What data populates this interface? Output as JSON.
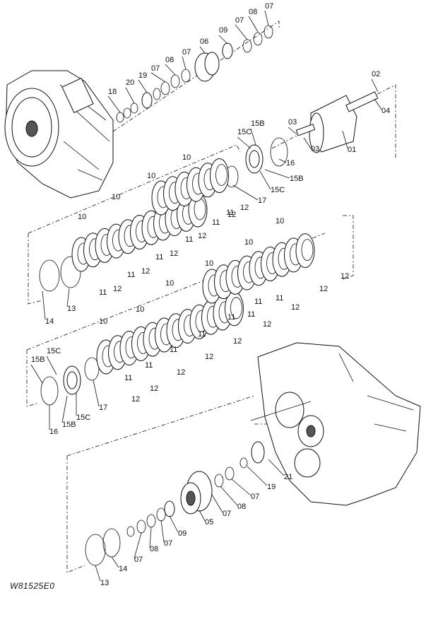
{
  "figure_code": "W81525E0",
  "labels": [
    {
      "id": "07a",
      "text": "07"
    },
    {
      "id": "08a",
      "text": "08"
    },
    {
      "id": "09a",
      "text": "09"
    },
    {
      "id": "07b",
      "text": "07"
    },
    {
      "id": "06",
      "text": "06"
    },
    {
      "id": "07c",
      "text": "07"
    },
    {
      "id": "08b",
      "text": "08"
    },
    {
      "id": "07d",
      "text": "07"
    },
    {
      "id": "19a",
      "text": "19"
    },
    {
      "id": "20",
      "text": "20"
    },
    {
      "id": "18",
      "text": "18"
    },
    {
      "id": "02",
      "text": "02"
    },
    {
      "id": "04",
      "text": "04"
    },
    {
      "id": "03a",
      "text": "03"
    },
    {
      "id": "03b",
      "text": "03"
    },
    {
      "id": "01",
      "text": "01"
    },
    {
      "id": "15Ca",
      "text": "15C"
    },
    {
      "id": "15Ba",
      "text": "15B"
    },
    {
      "id": "16a",
      "text": "16"
    },
    {
      "id": "15Bb",
      "text": "15B"
    },
    {
      "id": "15Cb",
      "text": "15C"
    },
    {
      "id": "17a",
      "text": "17"
    },
    {
      "id": "14a",
      "text": "14"
    },
    {
      "id": "13a",
      "text": "13"
    },
    {
      "id": "15Cc",
      "text": "15C"
    },
    {
      "id": "15Bc",
      "text": "15B"
    },
    {
      "id": "16b",
      "text": "16"
    },
    {
      "id": "15Bd",
      "text": "15B"
    },
    {
      "id": "15Cd",
      "text": "15C"
    },
    {
      "id": "17b",
      "text": "17"
    },
    {
      "id": "21",
      "text": "21"
    },
    {
      "id": "19b",
      "text": "19"
    },
    {
      "id": "07e",
      "text": "07"
    },
    {
      "id": "08c",
      "text": "08"
    },
    {
      "id": "07f",
      "text": "07"
    },
    {
      "id": "05",
      "text": "05"
    },
    {
      "id": "09b",
      "text": "09"
    },
    {
      "id": "07g",
      "text": "07"
    },
    {
      "id": "08d",
      "text": "08"
    },
    {
      "id": "07h",
      "text": "07"
    },
    {
      "id": "14b",
      "text": "14"
    },
    {
      "id": "13b",
      "text": "13"
    }
  ],
  "plate_labels": {
    "ten": "10",
    "eleven": "11",
    "twelve": "12"
  }
}
